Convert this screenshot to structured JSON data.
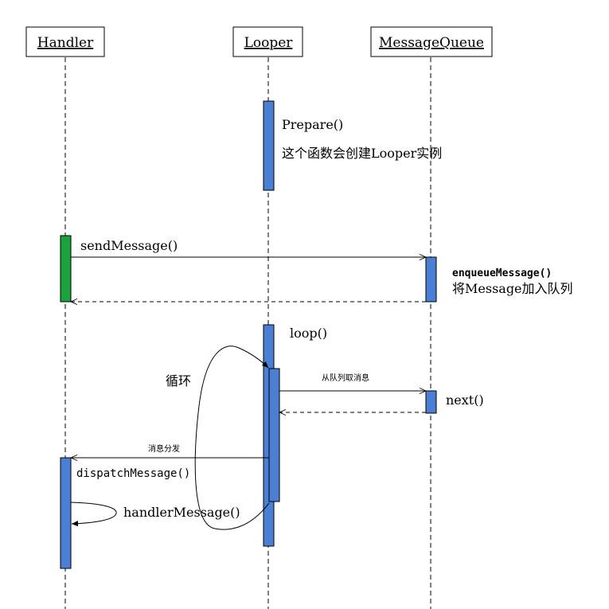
{
  "participants": {
    "handler": "Handler",
    "looper": "Looper",
    "queue": "MessageQueue"
  },
  "labels": {
    "prepare_call": "Prepare()",
    "prepare_note": "这个函数会创建Looper实例",
    "send_message": "sendMessage()",
    "enqueue_call": "enqueueMessage()",
    "enqueue_note": "将Message加入队列",
    "loop_call": "loop()",
    "loop_label": "循环",
    "take_message": "从队列取消息",
    "next_call": "next()",
    "dispatch_label": "消息分发",
    "dispatch_call": "dispatchMessage()",
    "handler_message": "handlerMessage()"
  },
  "colors": {
    "activation_blue": "#4a7fd4",
    "activation_green": "#1aa33c",
    "line": "#000000"
  }
}
